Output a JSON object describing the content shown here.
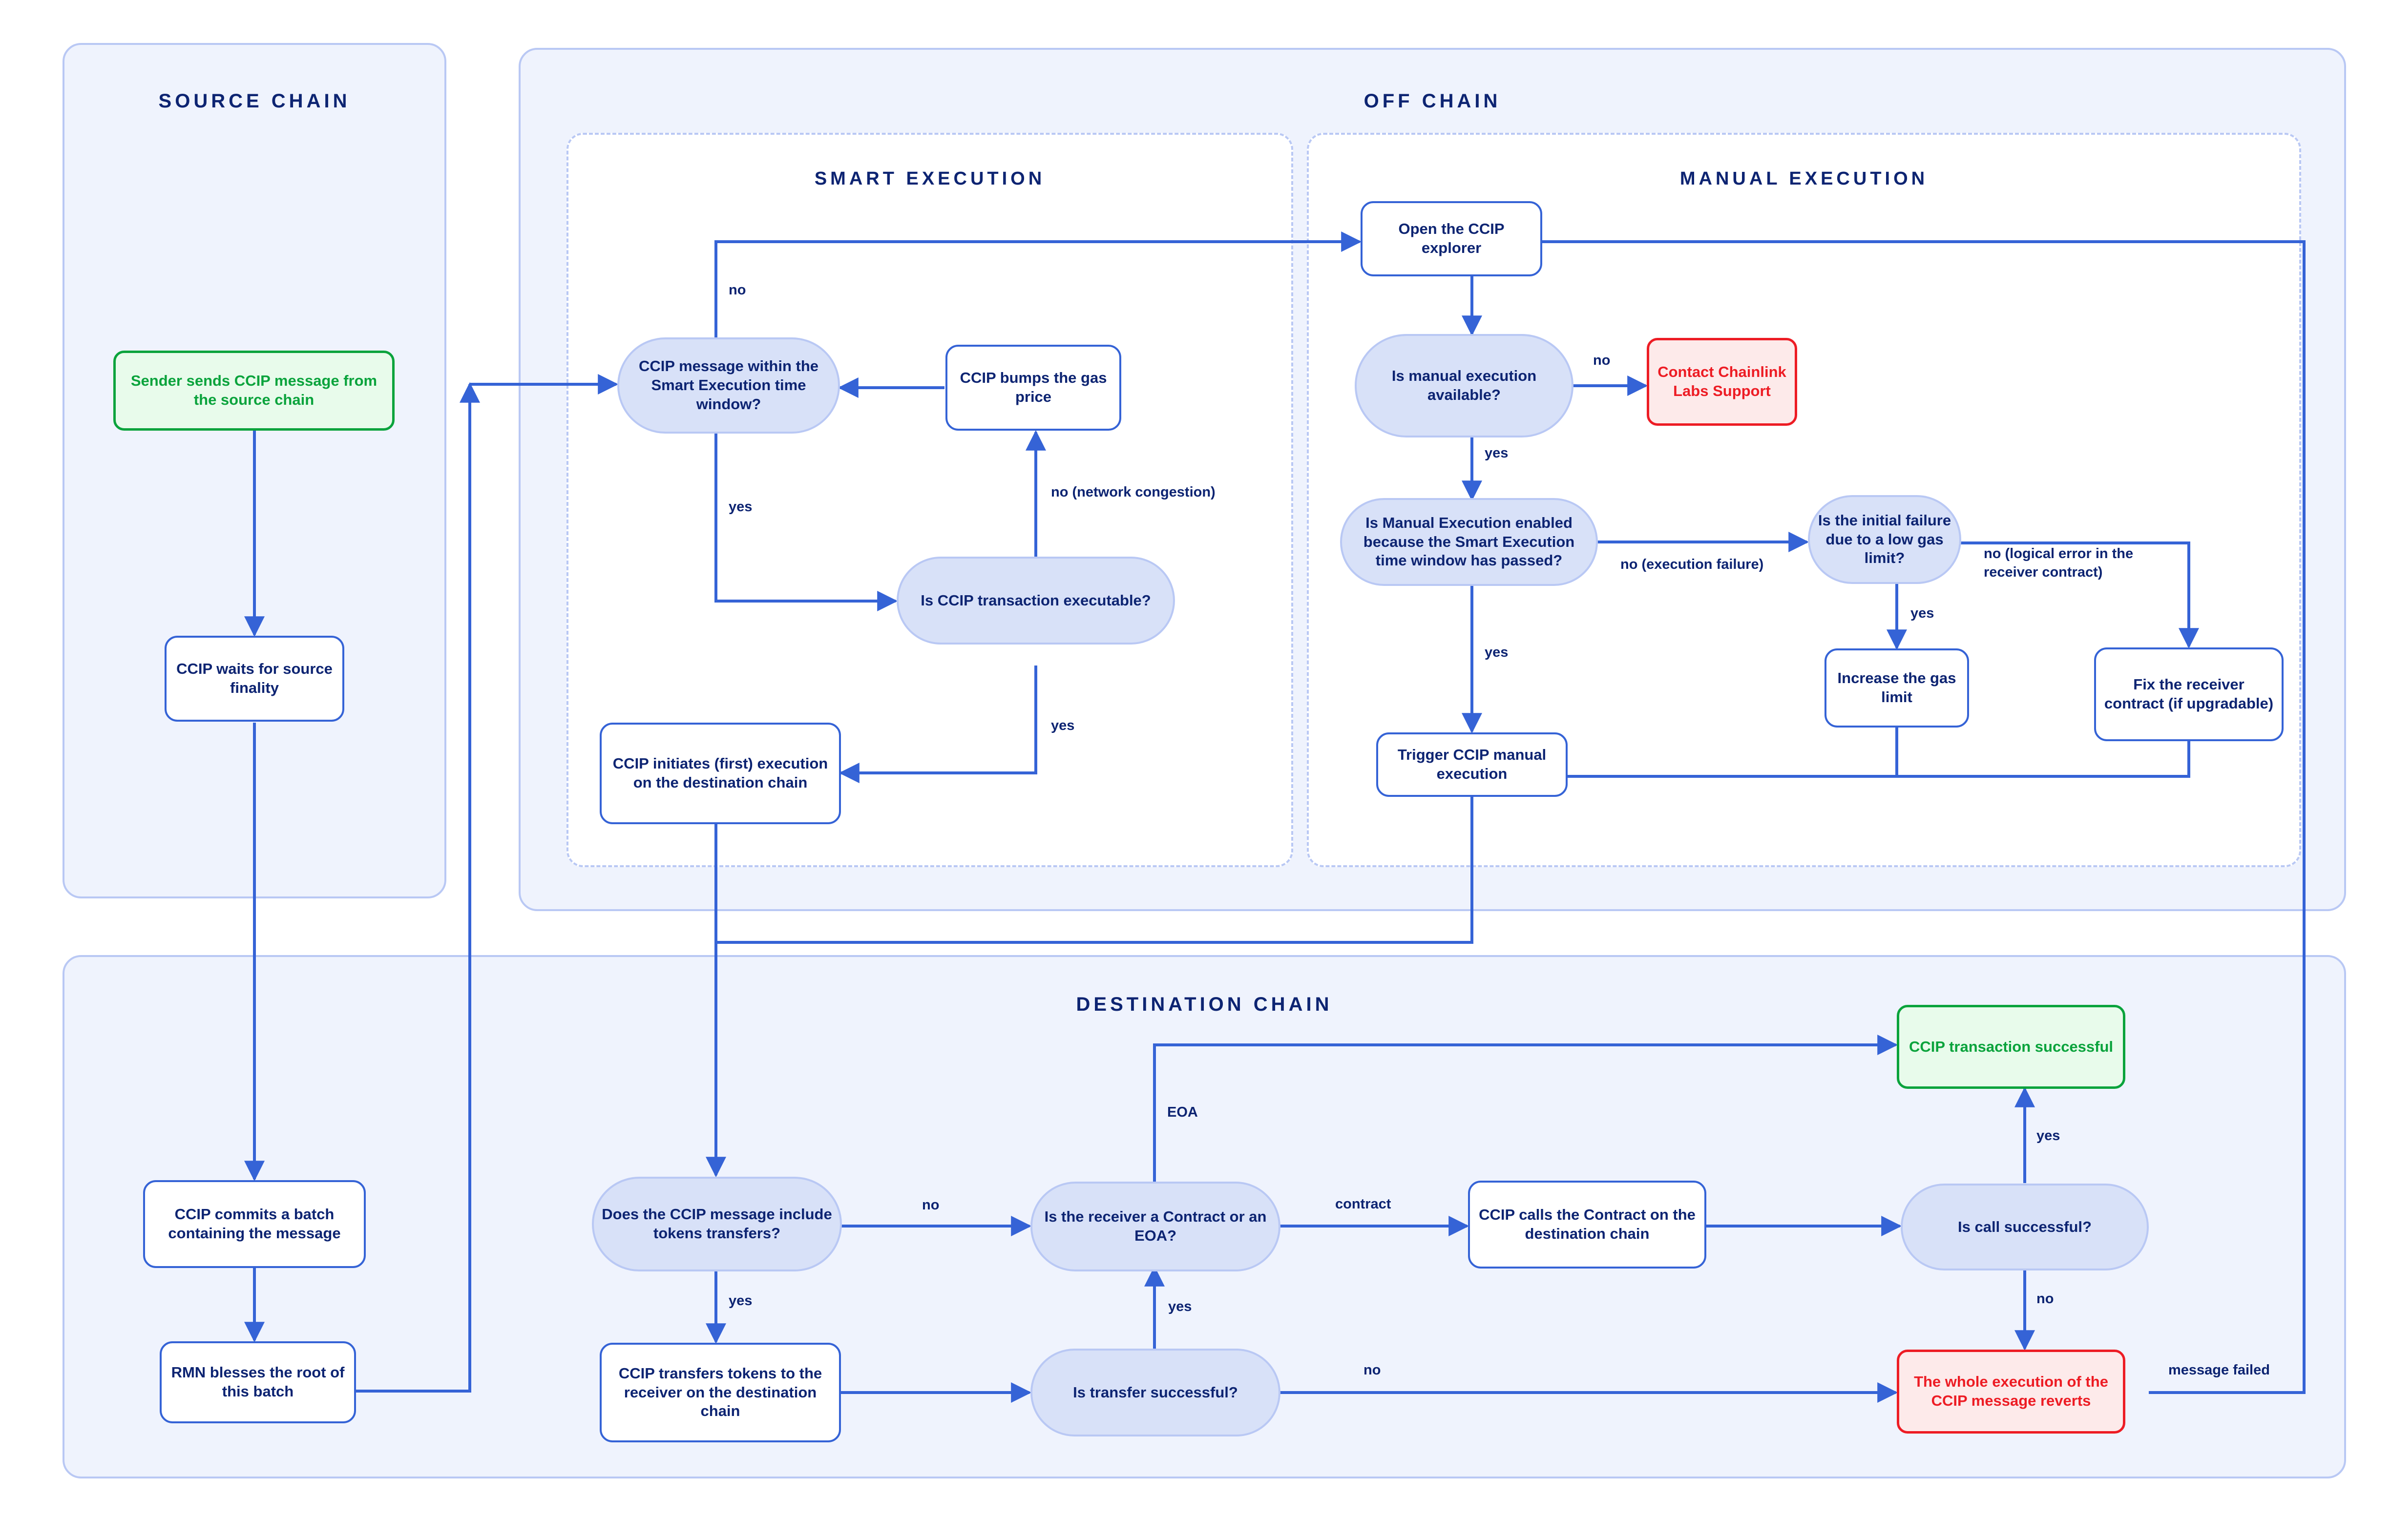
{
  "diagram": {
    "title": "CCIP message execution flow",
    "colors": {
      "lane_fill": "#eff3fd",
      "lane_border": "#b9c8f4",
      "decision_fill": "#d8e1f8",
      "process_border": "#3563d6",
      "text_navy": "#0d2472",
      "success": "#0aa33c",
      "success_fill": "#e8fbeb",
      "error": "#ed1c24",
      "error_fill": "#fdeaea",
      "edge": "#3563d6"
    }
  },
  "lanes": {
    "source_chain": {
      "title": "SOURCE CHAIN"
    },
    "off_chain": {
      "title": "OFF CHAIN"
    },
    "destination_chain": {
      "title": "DESTINATION CHAIN"
    }
  },
  "subzones": {
    "smart_execution": {
      "title": "SMART EXECUTION"
    },
    "manual_execution": {
      "title": "MANUAL EXECUTION"
    }
  },
  "nodes": {
    "sender_sends": "Sender sends CCIP message from the source chain",
    "waits_finality": "CCIP waits for source finality",
    "commits_batch": "CCIP commits a batch containing the message",
    "rmn_blesses": "RMN blesses the root of this batch",
    "within_window": "CCIP message within the Smart Execution time window?",
    "bumps_gas": "CCIP bumps the gas price",
    "tx_executable": "Is CCIP transaction executable?",
    "initiates_exec": "CCIP initiates (first) execution on the destination chain",
    "open_explorer": "Open the CCIP explorer",
    "manual_available": "Is manual execution available?",
    "contact_support": "Contact Chainlink Labs Support",
    "manual_enabled": "Is Manual Execution enabled because the Smart Execution time window has passed?",
    "initial_failure": "Is the initial failure due to a low gas limit?",
    "increase_gas": "Increase the gas limit",
    "fix_receiver": "Fix the receiver contract (if upgradable)",
    "trigger_manual": "Trigger CCIP manual execution",
    "includes_tokens": "Does the CCIP message include tokens transfers?",
    "transfers_tokens": "CCIP transfers tokens to the receiver on the destination chain",
    "transfer_successful": "Is transfer successful?",
    "receiver_type": "Is the receiver a Contract or an EOA?",
    "calls_contract": "CCIP calls the Contract on the destination chain",
    "call_successful": "Is call successful?",
    "tx_successful": "CCIP transaction successful",
    "execution_reverts": "The whole execution of the CCIP message reverts"
  },
  "edge_labels": {
    "window_no": "no",
    "window_yes": "yes",
    "congestion_no": "no (network congestion)",
    "executable_yes": "yes",
    "manual_available_no": "no",
    "manual_available_yes": "yes",
    "manual_enabled_no": "no (execution failure)",
    "manual_enabled_yes": "yes",
    "gas_limit_yes": "yes",
    "gas_limit_no": "no (logical error in the receiver contract)",
    "tokens_no": "no",
    "tokens_yes": "yes",
    "transfer_no": "no",
    "transfer_yes": "yes",
    "receiver_eoa": "EOA",
    "receiver_contract": "contract",
    "call_yes": "yes",
    "call_no": "no",
    "message_failed": "message failed"
  }
}
